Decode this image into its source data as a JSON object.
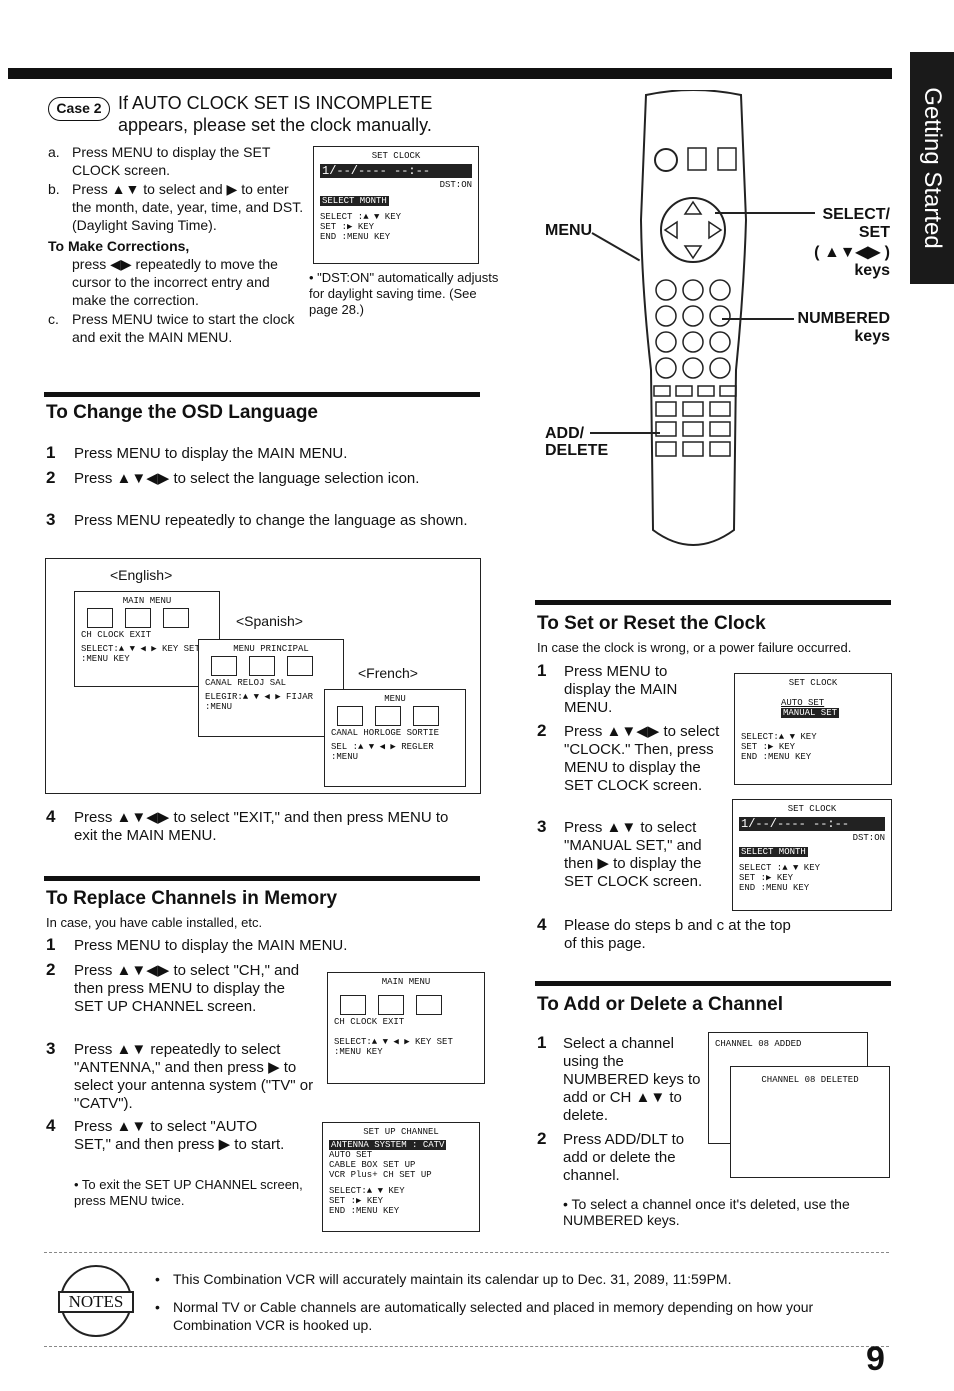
{
  "header": {
    "tab_label": "Getting Started",
    "page_number": "9"
  },
  "case2": {
    "badge": "Case 2",
    "title_line1": "If AUTO CLOCK SET IS INCOMPLETE",
    "title_line2": "appears, please set the clock manually.",
    "a": "a.",
    "a_text": "Press MENU to display the SET CLOCK screen.",
    "b": "b.",
    "b_text": "Press ▲▼ to select and ▶ to enter the month, date, year, time, and DST. (Daylight Saving Time).",
    "corrections_title": "To Make Corrections,",
    "corrections_text": "press ◀▶ repeatedly to move the cursor to the incorrect entry and make the correction.",
    "c": "c.",
    "c_text": "Press MENU twice to start the clock and exit the MAIN MENU.",
    "dst_note": "• \"DST:ON\" automatically adjusts for daylight saving time. (See page 28.)",
    "screen": {
      "title": "SET CLOCK",
      "time": "1/--/---- --:--",
      "dst": "DST:ON",
      "sel": "SELECT MONTH",
      "l1": "SELECT :▲ ▼ KEY",
      "l2": "SET :▶ KEY",
      "l3": "END :MENU KEY"
    }
  },
  "remote": {
    "menu": "MENU",
    "select_set": "SELECT/ SET",
    "select_keys": "( ▲▼◀▶ )",
    "keys1": "keys",
    "numbered": "NUMBERED",
    "keys2": "keys",
    "add_delete": "ADD/ DELETE"
  },
  "osd": {
    "title": "To Change the OSD Language",
    "s1n": "1",
    "s1": "Press MENU to display the MAIN MENU.",
    "s2n": "2",
    "s2": "Press ▲▼◀▶ to select the language selection icon.",
    "s3n": "3",
    "s3": "Press MENU repeatedly to change the language as shown.",
    "s4n": "4",
    "s4": "Press ▲▼◀▶ to select \"EXIT,\" and then press MENU to exit the MAIN MENU.",
    "english": "<English>",
    "spanish": "<Spanish>",
    "french": "<French>",
    "en_menu": "MAIN MENU",
    "en_labels": "CH  CLOCK  EXIT",
    "en_keys": "SELECT:▲ ▼ ◀ ▶ KEY SET :MENU KEY",
    "es_menu": "MENU PRINCIPAL",
    "es_labels": "CANAL  RELOJ  SAL",
    "es_keys": "ELEGIR:▲ ▼ ◀ ▶ FIJAR :MENU",
    "fr_menu": "MENU",
    "fr_labels": "CANAL HORLOGE SORTIE",
    "fr_keys": "SEL :▲ ▼ ◀ ▶ REGLER :MENU"
  },
  "channels": {
    "title": "To Replace Channels in Memory",
    "sub": "In case, you have cable installed, etc.",
    "s1n": "1",
    "s1": "Press MENU to display the MAIN MENU.",
    "s2n": "2",
    "s2": "Press ▲▼◀▶ to select \"CH,\" and then press MENU to display the SET UP CHANNEL screen.",
    "s3n": "3",
    "s3": "Press ▲▼ repeatedly to select \"ANTENNA,\" and then press ▶ to select your antenna system (\"TV\" or \"CATV\").",
    "s4n": "4",
    "s4": "Press ▲▼ to select \"AUTO SET,\" and then press ▶ to start.",
    "note": "• To exit the SET UP CHANNEL screen, press MENU twice.",
    "menu_screen": {
      "title": "MAIN MENU",
      "labels": "CH  CLOCK  EXIT",
      "keys": "SELECT:▲ ▼ ◀ ▶ KEY SET :MENU KEY"
    },
    "setup_screen": {
      "title": "SET UP CHANNEL",
      "l0": "ANTENNA SYSTEM : CATV",
      "l1": "AUTO SET",
      "l2": "CABLE BOX SET UP",
      "l3": "VCR Plus+ CH SET UP",
      "l4": "SELECT:▲ ▼ KEY",
      "l5": "SET :▶ KEY",
      "l6": "END :MENU KEY"
    }
  },
  "clock": {
    "title": "To Set or Reset the Clock",
    "sub": "In case the clock is wrong, or a power failure occurred.",
    "s1n": "1",
    "s1": "Press MENU to display the MAIN MENU.",
    "s2n": "2",
    "s2": "Press ▲▼◀▶ to select \"CLOCK.\" Then, press MENU to display the SET CLOCK screen.",
    "s3n": "3",
    "s3": "Press ▲▼ to select \"MANUAL SET,\" and then ▶ to display the SET CLOCK screen.",
    "s4n": "4",
    "s4": "Please do steps b and c at the top of this page.",
    "screen1": {
      "title": "SET CLOCK",
      "l1": "AUTO SET",
      "l2": "MANUAL SET",
      "l3": "SELECT:▲ ▼ KEY",
      "l4": "SET :▶ KEY",
      "l5": "END :MENU KEY"
    },
    "screen2": {
      "title": "SET CLOCK",
      "time": "1/--/---- --:--",
      "dst": "DST:ON",
      "sel": "SELECT MONTH",
      "l1": "SELECT :▲ ▼ KEY",
      "l2": "SET :▶ KEY",
      "l3": "END :MENU KEY"
    }
  },
  "adddel": {
    "title": "To Add or Delete a Channel",
    "s1n": "1",
    "s1": "Select a channel using the NUMBERED keys to add or CH ▲▼ to delete.",
    "s2n": "2",
    "s2": "Press ADD/DLT to add or delete the channel.",
    "note": "• To select a channel once it's deleted, use the NUMBERED keys.",
    "added": "CHANNEL 08 ADDED",
    "deleted": "CHANNEL 08 DELETED"
  },
  "notes": {
    "badge": "NOTES",
    "n1": "This Combination VCR will accurately maintain its calendar up to Dec. 31, 2089, 11:59PM.",
    "n2": "Normal TV or Cable channels are automatically selected and placed in memory depending on how your Combination VCR is hooked up."
  }
}
